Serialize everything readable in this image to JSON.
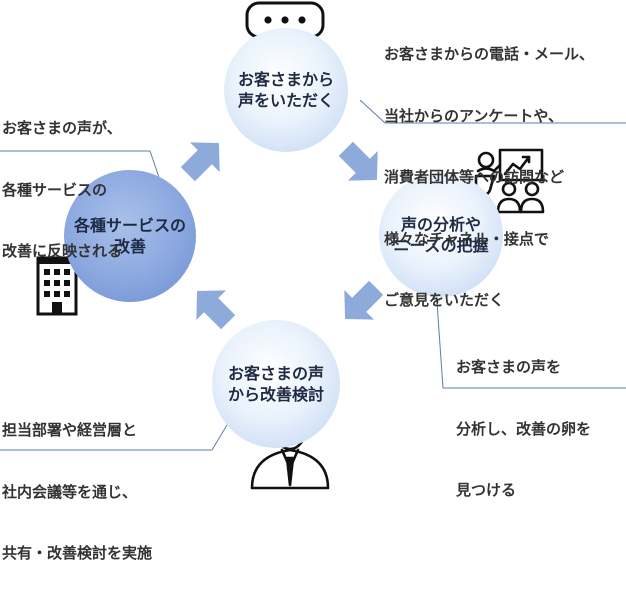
{
  "steps": {
    "top": [
      "お客さまから",
      "声をいただく"
    ],
    "right": [
      "声の分析や",
      "ニーズの把握"
    ],
    "bottom": [
      "お客さまの声",
      "から改善検討"
    ],
    "left": [
      "各種サービスの",
      "改善"
    ]
  },
  "notes": {
    "top_right": [
      "お客さまからの電話・メール、",
      "当社からのアンケートや、",
      "消費者団体等への訪問など",
      "様々なチャネル・接点で",
      "ご意見をいただく"
    ],
    "right": [
      "お客さまの声を",
      "分析し、改善の卵を",
      "見つける"
    ],
    "bottom_left": [
      "担当部署や経営層と",
      "社内会議等を通じ、",
      "共有・改善検討を実施"
    ],
    "top_left": [
      "お客さまの声が、",
      "各種サービスの",
      "改善に反映される"
    ]
  },
  "colors": {
    "arrow": "#8eaadb",
    "leader_line": "#5b7fa6",
    "icon": "#111111",
    "circle_dark": "#7f9cd9",
    "circle_light": "#dce9fa"
  },
  "icons": [
    "speech-bubble-icon",
    "presentation-icon",
    "building-icon",
    "businessman-icon"
  ]
}
